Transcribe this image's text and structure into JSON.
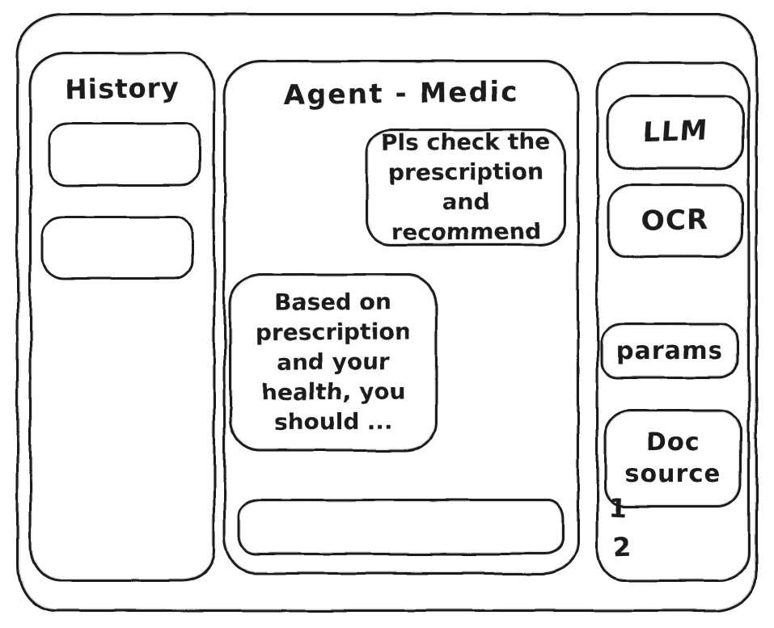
{
  "colors": {
    "ink": "#1c1c1c",
    "background": "#ffffff"
  },
  "history_panel": {
    "title": "History",
    "items": [
      {
        "label": ""
      },
      {
        "label": ""
      }
    ]
  },
  "chat": {
    "title": "Agent - Medic",
    "messages": [
      {
        "role": "user",
        "text": "Pls check the prescription and recommend"
      },
      {
        "role": "agent",
        "text": "Based on prescription and your health, you should ..."
      }
    ],
    "input": {
      "value": ""
    }
  },
  "tools_panel": {
    "buttons": [
      {
        "label": "LLM"
      },
      {
        "label": "OCR"
      },
      {
        "label": "params"
      },
      {
        "label": "Doc source"
      }
    ],
    "doc_sources": [
      "1",
      "2"
    ]
  }
}
